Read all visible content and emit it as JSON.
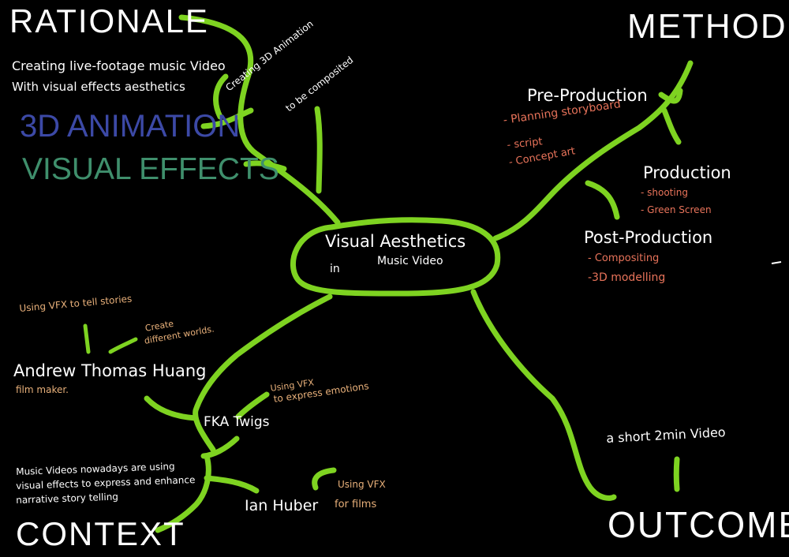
{
  "colors": {
    "background": "#000000",
    "branch": "#7ed321",
    "text_primary": "#ffffff",
    "text_orange": "#e8b07a",
    "text_red": "#e8735a",
    "text_blue": "#3c49a6",
    "text_green": "#3f8f6c"
  },
  "center": {
    "line1": "Visual Aesthetics",
    "line2_left": "in",
    "line2_right": "Music Video"
  },
  "rationale": {
    "heading": "RATIONALE",
    "line1": "Creating live-footage music Video",
    "line2": "With visual effects aesthetics",
    "animation_label": "3D ANIMATION",
    "vfx_label": "VISUAL EFFECTS",
    "note_line1": "Creating 3D Animation",
    "note_line2": "to be composited"
  },
  "method": {
    "heading": "METHOD",
    "pre_production": {
      "title": "Pre-Production",
      "items": [
        "- Planning storyboard",
        "- script",
        "- Concept art"
      ]
    },
    "production": {
      "title": "Production",
      "items": [
        "- shooting",
        "- Green Screen"
      ]
    },
    "post_production": {
      "title": "Post-Production",
      "items": [
        "- Compositing",
        "-3D modelling"
      ]
    }
  },
  "context": {
    "heading": "CONTEXT",
    "andrew": {
      "name": "Andrew Thomas Huang",
      "role": "film maker.",
      "note1": "Using VFX  to tell stories",
      "note2_line1": "Create",
      "note2_line2": "different worlds."
    },
    "fka": {
      "name": "FKA Twigs",
      "note_line1": "Using VFX",
      "note_line2": "to express emotions"
    },
    "ian": {
      "name": "Ian Huber",
      "note_line1": "Using VFX",
      "note_line2": "for films"
    },
    "summary": {
      "line1": "Music Videos nowadays are using",
      "line2": "visual effects to express and enhance",
      "line3": "narrative story telling"
    }
  },
  "outcome": {
    "heading": "OUTCOME",
    "note": "a short 2min Video"
  }
}
